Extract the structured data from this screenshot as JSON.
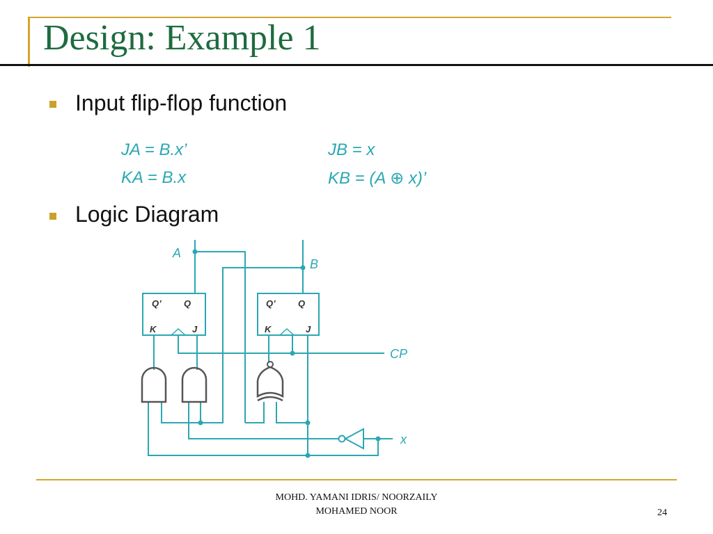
{
  "slide": {
    "title": "Design: Example 1",
    "bullets": [
      "Input flip-flop function",
      "Logic Diagram"
    ],
    "equations": {
      "ja": "JA = B.x’",
      "ka": "KA = B.x",
      "jb": "JB = x",
      "kb_prefix": "KB = (A",
      "kb_op": "⊕",
      "kb_suffix": " x)’"
    }
  },
  "diagram": {
    "signals": {
      "a": "A",
      "b": "B",
      "cp": "CP",
      "x": "x"
    },
    "flipflop_a": {
      "qbar": "Q’",
      "q": "Q",
      "k": "K",
      "j": "J"
    },
    "flipflop_b": {
      "qbar": "Q’",
      "q": "Q",
      "k": "K",
      "j": "J"
    },
    "colors": {
      "wire": "#2aa7b3",
      "gate": "#555555",
      "label": "#2aa7b3",
      "pin": "#333333"
    }
  },
  "footer": {
    "line1": "MOHD. YAMANI IDRIS/ NOORZAILY",
    "line2": "MOHAMED NOOR",
    "page": "24"
  }
}
